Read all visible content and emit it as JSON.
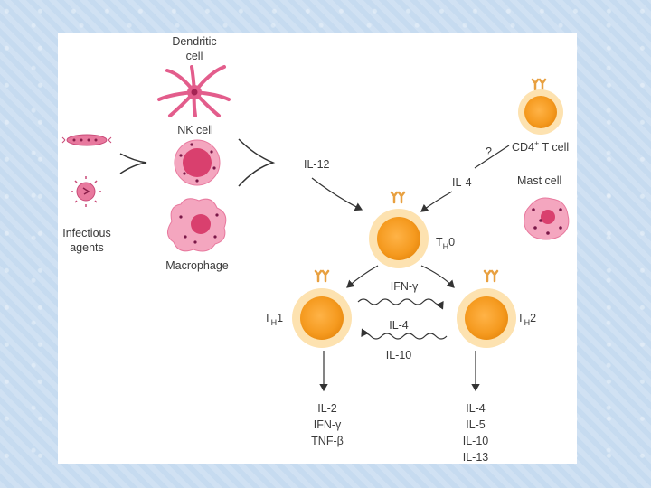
{
  "labels": {
    "dendritic_line1": "Dendritic",
    "dendritic_line2": "cell",
    "nk_cell": "NK cell",
    "macrophage": "Macrophage",
    "infectious_line1": "Infectious",
    "infectious_line2": "agents",
    "il12": "IL-12",
    "il4_input": "IL-4",
    "question": "?",
    "cd4_prefix": "CD4",
    "cd4_sup": "+",
    "cd4_suffix": " T cell",
    "mast_cell": "Mast cell",
    "th0_main": "T",
    "th0_sub": "H",
    "th0_num": "0",
    "th1_main": "T",
    "th1_sub": "H",
    "th1_num": "1",
    "th2_main": "T",
    "th2_sub": "H",
    "th2_num": "2",
    "ifn_gamma_cross": "IFN-γ",
    "il4_cross": "IL-4",
    "il10_cross": "IL-10"
  },
  "th1_outputs": [
    "IL-2",
    "IFN-γ",
    "TNF-β"
  ],
  "th2_outputs": [
    "IL-4",
    "IL-5",
    "IL-10",
    "IL-13"
  ],
  "colors": {
    "cell_orange": "#f5a623",
    "cell_ring": "#fde2b0",
    "pink": "#e35d8c",
    "pink_light": "#f4a6bf",
    "arrow": "#333333"
  }
}
